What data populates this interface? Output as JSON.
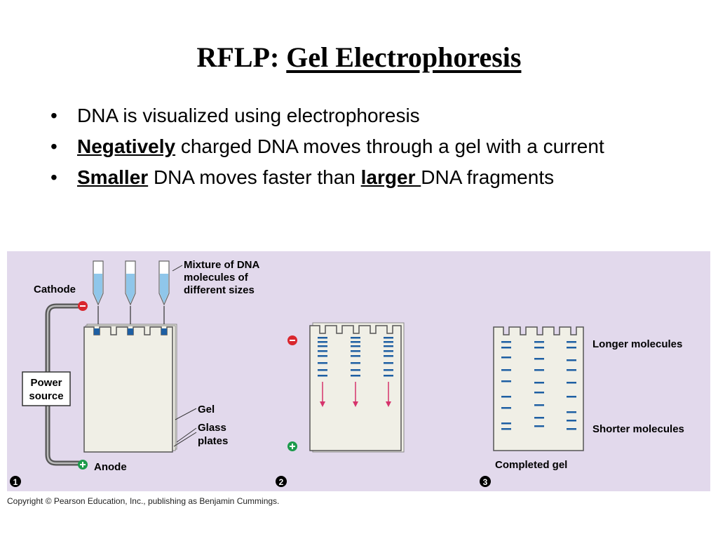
{
  "title": {
    "prefix": "RFLP:",
    "underlined": "Gel Electrophoresis"
  },
  "bullets": [
    {
      "text": "DNA is visualized using electrophoresis"
    },
    {
      "bold": "Negatively",
      "rest": " charged DNA moves through a gel with a current"
    },
    {
      "bold": "Smaller",
      "middle": " DNA moves faster than ",
      "bold2": "larger ",
      "rest": "DNA fragments"
    }
  ],
  "figure": {
    "colors": {
      "background": "#e2d9ec",
      "gel": "#f0efe6",
      "band": "#1e5fa3",
      "arrow": "#d6336c",
      "minus": "#d9272e",
      "plus": "#1c9a4b"
    },
    "panel1": {
      "cathode": "Cathode",
      "anode": "Anode",
      "power_line1": "Power",
      "power_line2": "source",
      "mixture_line1": "Mixture of DNA",
      "mixture_line2": "molecules of",
      "mixture_line3": "different sizes",
      "gel": "Gel",
      "glass_line1": "Glass",
      "glass_line2": "plates",
      "step": "1"
    },
    "panel2": {
      "step": "2"
    },
    "panel3": {
      "longer": "Longer molecules",
      "shorter": "Shorter molecules",
      "completed": "Completed gel",
      "step": "3"
    }
  },
  "copyright": "Copyright © Pearson Education, Inc., publishing as Benjamin Cummings."
}
